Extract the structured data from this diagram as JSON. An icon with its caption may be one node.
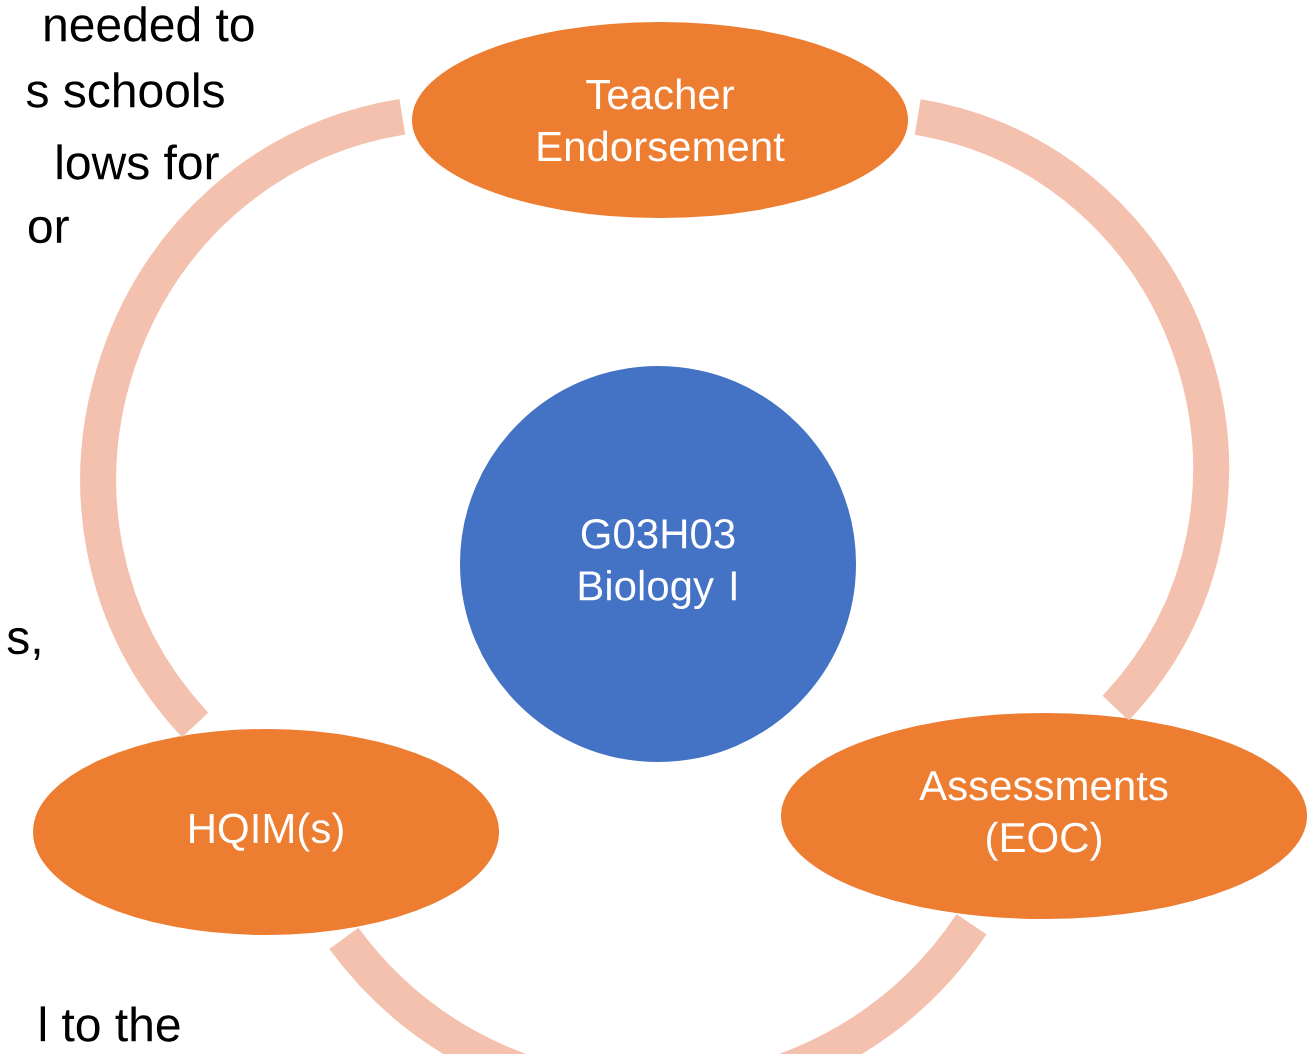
{
  "diagram": {
    "nodes": [
      {
        "text": [
          "Teacher Endorsement"
        ]
      },
      {
        "text": [
          "G03H03 Biology I"
        ]
      },
      {
        "text": [
          "Assessments (EOC)"
        ]
      },
      {
        "text": [
          "HQIM(s)"
        ]
      }
    ],
    "edges": [
      {
        "from": 0,
        "to": 2,
        "arrow": "none"
      },
      {
        "from": 2,
        "to": 3,
        "arrow": "none"
      },
      {
        "from": 3,
        "to": 0,
        "arrow": "none"
      }
    ],
    "labels": [
      "needed to",
      "s schools",
      "lows for",
      "or",
      "s,",
      "l to the"
    ]
  }
}
